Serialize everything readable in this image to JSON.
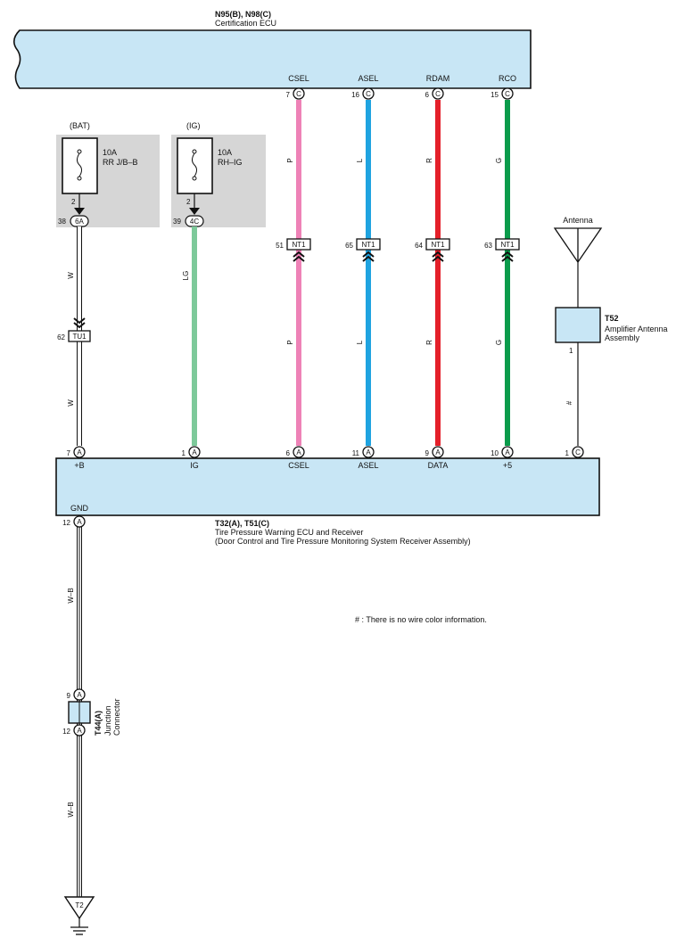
{
  "colors": {
    "ecu_fill": "#c8e6f5",
    "box_gray": "#d6d6d6",
    "wire_pink": "#ee82b7",
    "wire_blue": "#1fa3e0",
    "wire_red": "#e4202a",
    "wire_green": "#0a9b4b",
    "wire_lightgreen": "#7dc99a"
  },
  "top_ecu": {
    "code": "N95(B), N98(C)",
    "name": "Certification ECU",
    "pins": [
      {
        "id": "csel",
        "label": "CSEL",
        "num": "7",
        "conn": "C"
      },
      {
        "id": "asel",
        "label": "ASEL",
        "num": "16",
        "conn": "C"
      },
      {
        "id": "rdam",
        "label": "RDAM",
        "num": "6",
        "conn": "C"
      },
      {
        "id": "rco",
        "label": "RCO",
        "num": "15",
        "conn": "C"
      }
    ]
  },
  "fuses": [
    {
      "id": "bat",
      "src": "(BAT)",
      "rating": "10A",
      "name": "RR J/B–B",
      "pin": "2",
      "conn_num": "38",
      "conn": "6A"
    },
    {
      "id": "ig",
      "src": "(IG)",
      "rating": "10A",
      "name": "RH–IG",
      "pin": "2",
      "conn_num": "39",
      "conn": "4C"
    }
  ],
  "wire_colors": {
    "bat_upper": "W",
    "bat_lower": "W",
    "ig": "LG",
    "csel": "P",
    "asel": "L",
    "rdam": "R",
    "rco": "G",
    "antenna": "#",
    "gnd_upper": "W–B",
    "gnd_lower": "W–B"
  },
  "nt1": [
    {
      "id": "csel",
      "num": "51",
      "label": "NT1"
    },
    {
      "id": "asel",
      "num": "65",
      "label": "NT1"
    },
    {
      "id": "rdam",
      "num": "64",
      "label": "NT1"
    },
    {
      "id": "rco",
      "num": "63",
      "label": "NT1"
    }
  ],
  "tu1": {
    "num": "62",
    "label": "TU1"
  },
  "antenna": {
    "label": "Antenna"
  },
  "amp": {
    "code": "T52",
    "name1": "Amplifier Antenna",
    "name2": "Assembly",
    "pin": "1"
  },
  "bottom_ecu": {
    "code": "T32(A), T51(C)",
    "name1": "Tire Pressure Warning ECU and Receiver",
    "name2": "(Door Control and Tire Pressure Monitoring System Receiver Assembly)",
    "pins": [
      {
        "id": "b",
        "label": "+B",
        "num": "7",
        "conn": "A"
      },
      {
        "id": "ig",
        "label": "IG",
        "num": "1",
        "conn": "A"
      },
      {
        "id": "csel",
        "label": "CSEL",
        "num": "6",
        "conn": "A"
      },
      {
        "id": "asel",
        "label": "ASEL",
        "num": "11",
        "conn": "A"
      },
      {
        "id": "data",
        "label": "DATA",
        "num": "9",
        "conn": "A"
      },
      {
        "id": "p5",
        "label": "+5",
        "num": "10",
        "conn": "A"
      },
      {
        "id": "ant",
        "label": "",
        "num": "1",
        "conn": "C"
      }
    ],
    "gnd": {
      "label": "GND",
      "num": "12",
      "conn": "A"
    }
  },
  "junction": {
    "code": "T44(A)",
    "name1": "Junction",
    "name2": "Connector",
    "pin_top": "9",
    "pin_bottom": "12",
    "conn": "A"
  },
  "ground": {
    "label": "T2"
  },
  "note": "# : There is no wire color information."
}
